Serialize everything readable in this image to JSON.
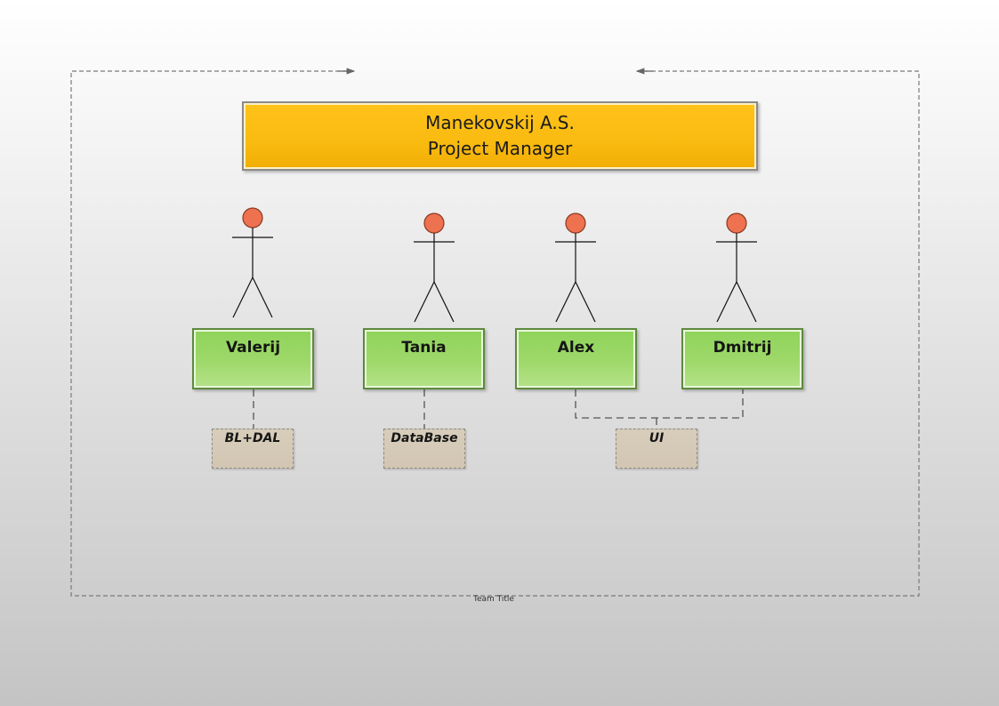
{
  "project_manager": {
    "name": "Manekovskij A.S.",
    "role": "Project Manager"
  },
  "members": [
    {
      "name": "Valerij"
    },
    {
      "name": "Tania"
    },
    {
      "name": "Alex"
    },
    {
      "name": "Dmitrij"
    }
  ],
  "areas": [
    {
      "label": "BL+DAL"
    },
    {
      "label": "DataBase"
    },
    {
      "label": "UI"
    }
  ],
  "team": {
    "title": "Team Title"
  },
  "colors": {
    "manager_fill": "#ffc21a",
    "member_fill": "#9ed86a",
    "area_fill": "#d5c9b6",
    "actor_head": "#ee7150"
  }
}
